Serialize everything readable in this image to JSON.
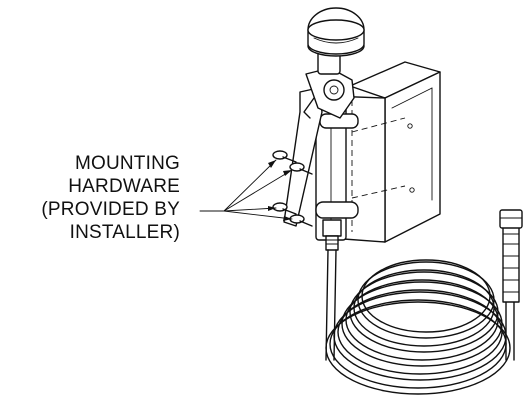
{
  "callout": {
    "lines": [
      "MOUNTING",
      "HARDWARE",
      "(PROVIDED BY",
      "INSTALLER)"
    ]
  },
  "colors": {
    "line": "#111111",
    "background": "#ffffff"
  },
  "parts": [
    "knob",
    "valve-handle",
    "mounting-bracket",
    "screws",
    "hose-fitting",
    "coiled-hose",
    "hose-end-fitting"
  ]
}
